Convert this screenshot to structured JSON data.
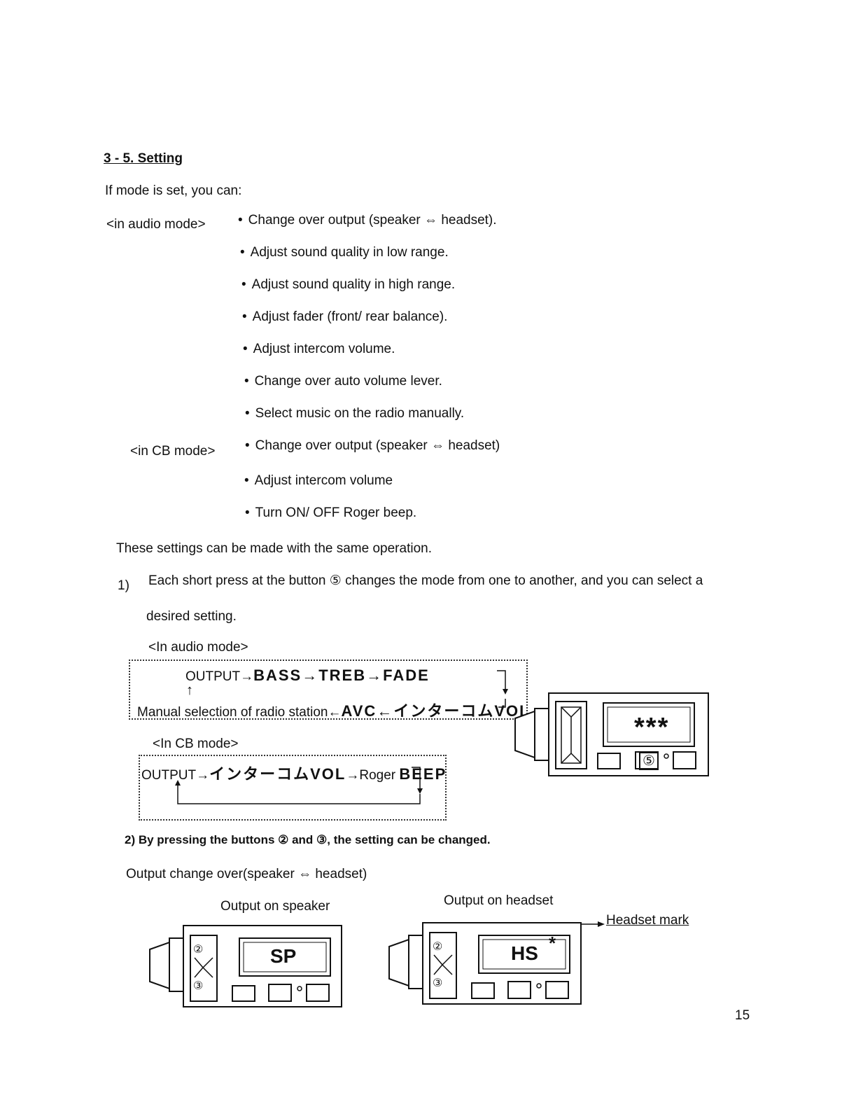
{
  "heading": "3 - 5.   Setting",
  "intro": "If mode is set, you can:",
  "audio_mode_label": "<in audio mode>",
  "audio_items": [
    "Change over output (speaker ⇔ headset).",
    "Adjust sound quality in low range.",
    "Adjust sound quality in high range.",
    "Adjust fader (front/ rear balance).",
    "Adjust intercom volume.",
    "Change over auto volume lever.",
    "Select music on the radio manually."
  ],
  "cb_mode_label": "<in CB mode>",
  "cb_items": [
    "Change over output (speaker ⇔ headset)",
    "Adjust intercom volume",
    "Turn ON/ OFF Roger beep."
  ],
  "same_operation": "These settings can be made with the same operation.",
  "step1_num": "1)",
  "step1_line1": "Each short press at the button ⑤ changes the mode from one to another, and you can select a",
  "step1_line2": "desired setting.",
  "audio_flow_label": "<In audio mode>",
  "audio_flow_top_a": "OUTPUT→",
  "audio_flow_top_b": "BASS→TREB→FADE",
  "audio_flow_bottom_a": "Manual selection of radio station←",
  "audio_flow_bottom_b": "AVC←インターコムVOL",
  "cb_flow_label": "<In CB mode>",
  "cb_flow_a": "OUTPUT→",
  "cb_flow_b": "インターコムVOL",
  "cb_flow_c": "→Roger ",
  "cb_flow_d": "BEEP",
  "device_main_display": "***",
  "device_main_button": "⑤",
  "step2": "2) By pressing the buttons ② and ③, the setting can be changed.",
  "output_change": "Output change over(speaker ⇔ headset)",
  "speaker_caption": "Output on speaker",
  "headset_caption": "Output on headset",
  "headset_mark": "Headset mark",
  "speaker_display": "SP",
  "headset_display": "HS",
  "headset_star": "*",
  "btn2": "②",
  "btn3": "③",
  "page_number": "15"
}
